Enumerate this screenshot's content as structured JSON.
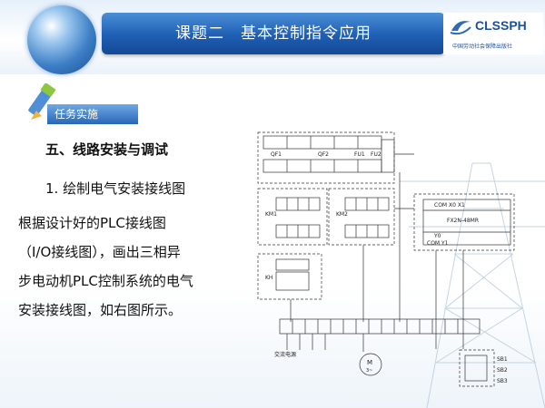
{
  "header": {
    "title": "课题二　基本控制指令应用",
    "logo_text": "CLSSPH",
    "logo_subtitle": "中国劳动社会保障出版社"
  },
  "badge": {
    "label": "任务实施"
  },
  "content": {
    "heading": "五、线路安装与调试",
    "step": "1. 绘制电气安装接线图",
    "paragraph_lines": [
      "根据设计好的PLC接线图",
      "（I/O接线图），画出三相异",
      "步电动机PLC控制系统的电气",
      "安装接线图，如右图所示。"
    ]
  },
  "diagram": {
    "labels": {
      "qf1": "QF1",
      "qf2": "QF2",
      "fu1": "FU1",
      "fu2": "FU2",
      "km1": "KM1",
      "km2": "KM2",
      "kh": "KH",
      "plc": "FX2N-48MR",
      "com_x": "COM X0 X1",
      "y0": "Y0",
      "com_y": "COM Y1",
      "motor": "M",
      "motor_sub": "3~",
      "power": "交流电源",
      "sb1": "SB1",
      "sb2": "SB2",
      "sb3": "SB3"
    }
  }
}
